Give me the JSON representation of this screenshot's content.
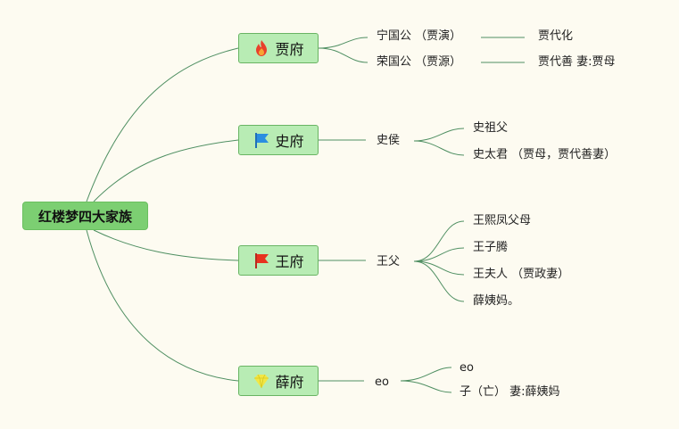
{
  "root": {
    "label": "红楼梦四大家族"
  },
  "jia": {
    "label": "贾府",
    "icon": "fire-icon",
    "branches": [
      {
        "label": "宁国公 （贾演）",
        "child": "贾代化"
      },
      {
        "label": "荣国公 （贾源）",
        "child": "贾代善 妻:贾母"
      }
    ]
  },
  "shi": {
    "label": "史府",
    "icon": "blue-flag-icon",
    "branch": "史侯",
    "children": [
      "史祖父",
      "史太君 （贾母，贾代善妻）"
    ]
  },
  "wang": {
    "label": "王府",
    "icon": "red-flag-icon",
    "branch": "王父",
    "children": [
      "王熙凤父母",
      "王子腾",
      "王夫人 （贾政妻）",
      "薛姨妈。"
    ]
  },
  "xue": {
    "label": "薛府",
    "icon": "diamond-icon",
    "branch": "eo",
    "children": [
      "eo",
      "子（亡） 妻:薛姨妈"
    ]
  },
  "colors": {
    "line": "#4f8f62",
    "root_fill": "#7ccf72",
    "family_fill": "#b8ecb4",
    "background": "#fdfbf1"
  }
}
